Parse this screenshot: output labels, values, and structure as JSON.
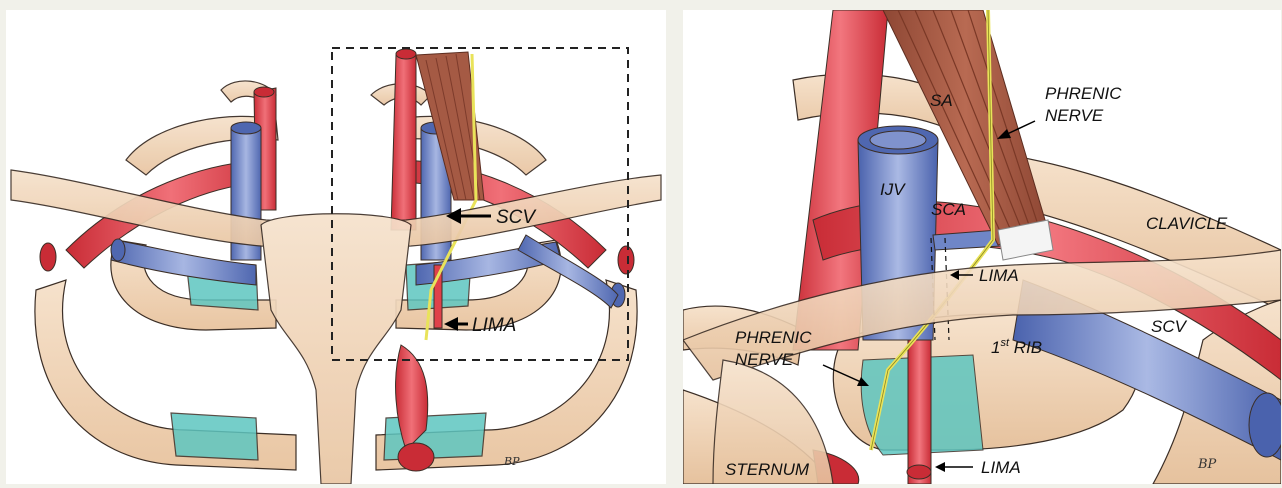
{
  "left_panel": {
    "labels": {
      "scv": "SCV",
      "lima": "LIMA"
    },
    "signature": "BP"
  },
  "right_panel": {
    "labels": {
      "sa": "SA",
      "phrenic_nerve_line1": "PHRENIC",
      "phrenic_nerve_line2": "NERVE",
      "ijv": "IJV",
      "sca": "SCA",
      "clavicle": "CLAVICLE",
      "lima_upper": "LIMA",
      "first_rib_num": "1",
      "first_rib_sup": "st",
      "first_rib_word": " RIB",
      "scv": "SCV",
      "phrenic_lower_line1": "PHRENIC",
      "phrenic_lower_line2": "NERVE",
      "lima_lower": "LIMA",
      "sternum": "STERNUM"
    },
    "signature": "BP"
  },
  "colors": {
    "bone": "#efd3b6",
    "bone_edge": "#3b2e26",
    "cartilage": "#5ec6c0",
    "artery": "#e0414a",
    "vein": "#6f86c7",
    "muscle": "#a55a44",
    "nerve": "#e9e35a"
  }
}
